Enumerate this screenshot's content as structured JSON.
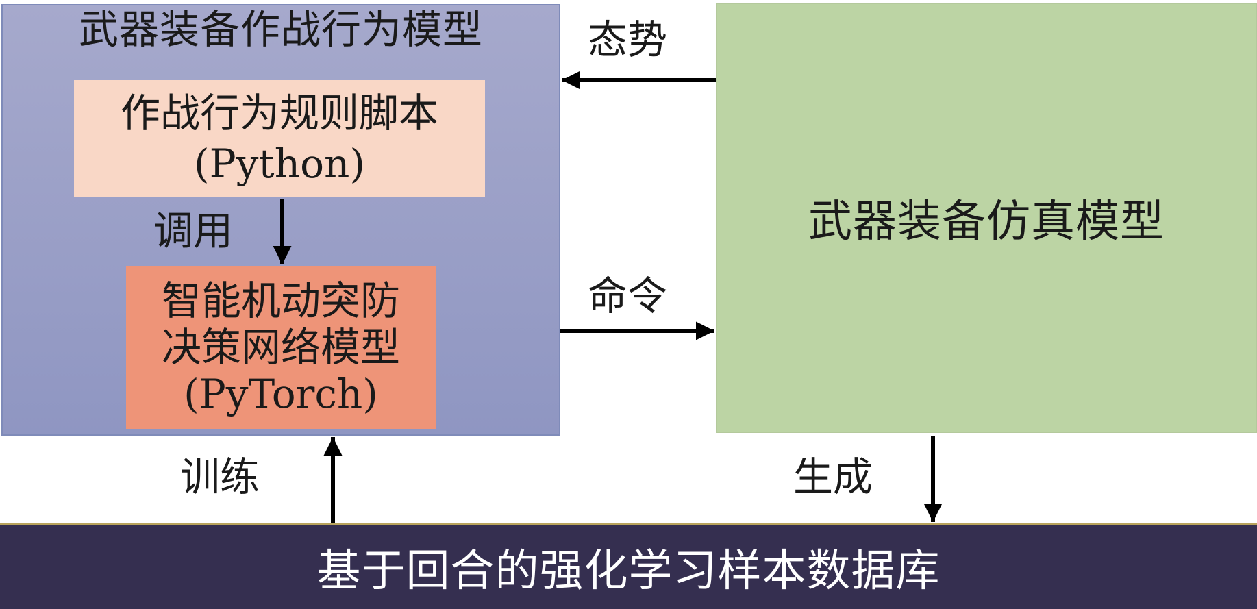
{
  "behavior_model": {
    "title": "武器装备作战行为模型",
    "script": {
      "line1": "作战行为规则脚本",
      "line2": "(Python)"
    },
    "network": {
      "line1": "智能机动突防",
      "line2": "决策网络模型",
      "line3": "(PyTorch)"
    }
  },
  "simulation_model": {
    "title": "武器装备仿真模型"
  },
  "database": {
    "title": "基于回合的强化学习样本数据库"
  },
  "edges": {
    "situation": "态势",
    "command": "命令",
    "call": "调用",
    "train": "训练",
    "generate": "生成"
  },
  "colors": {
    "behavior_box": "#979dc6",
    "script_box": "#f9d7c6",
    "network_box": "#ee9478",
    "simulation_box": "#bcd4a4",
    "database_box": "#352f50",
    "database_text": "#ffffff",
    "arrow": "#000000"
  }
}
